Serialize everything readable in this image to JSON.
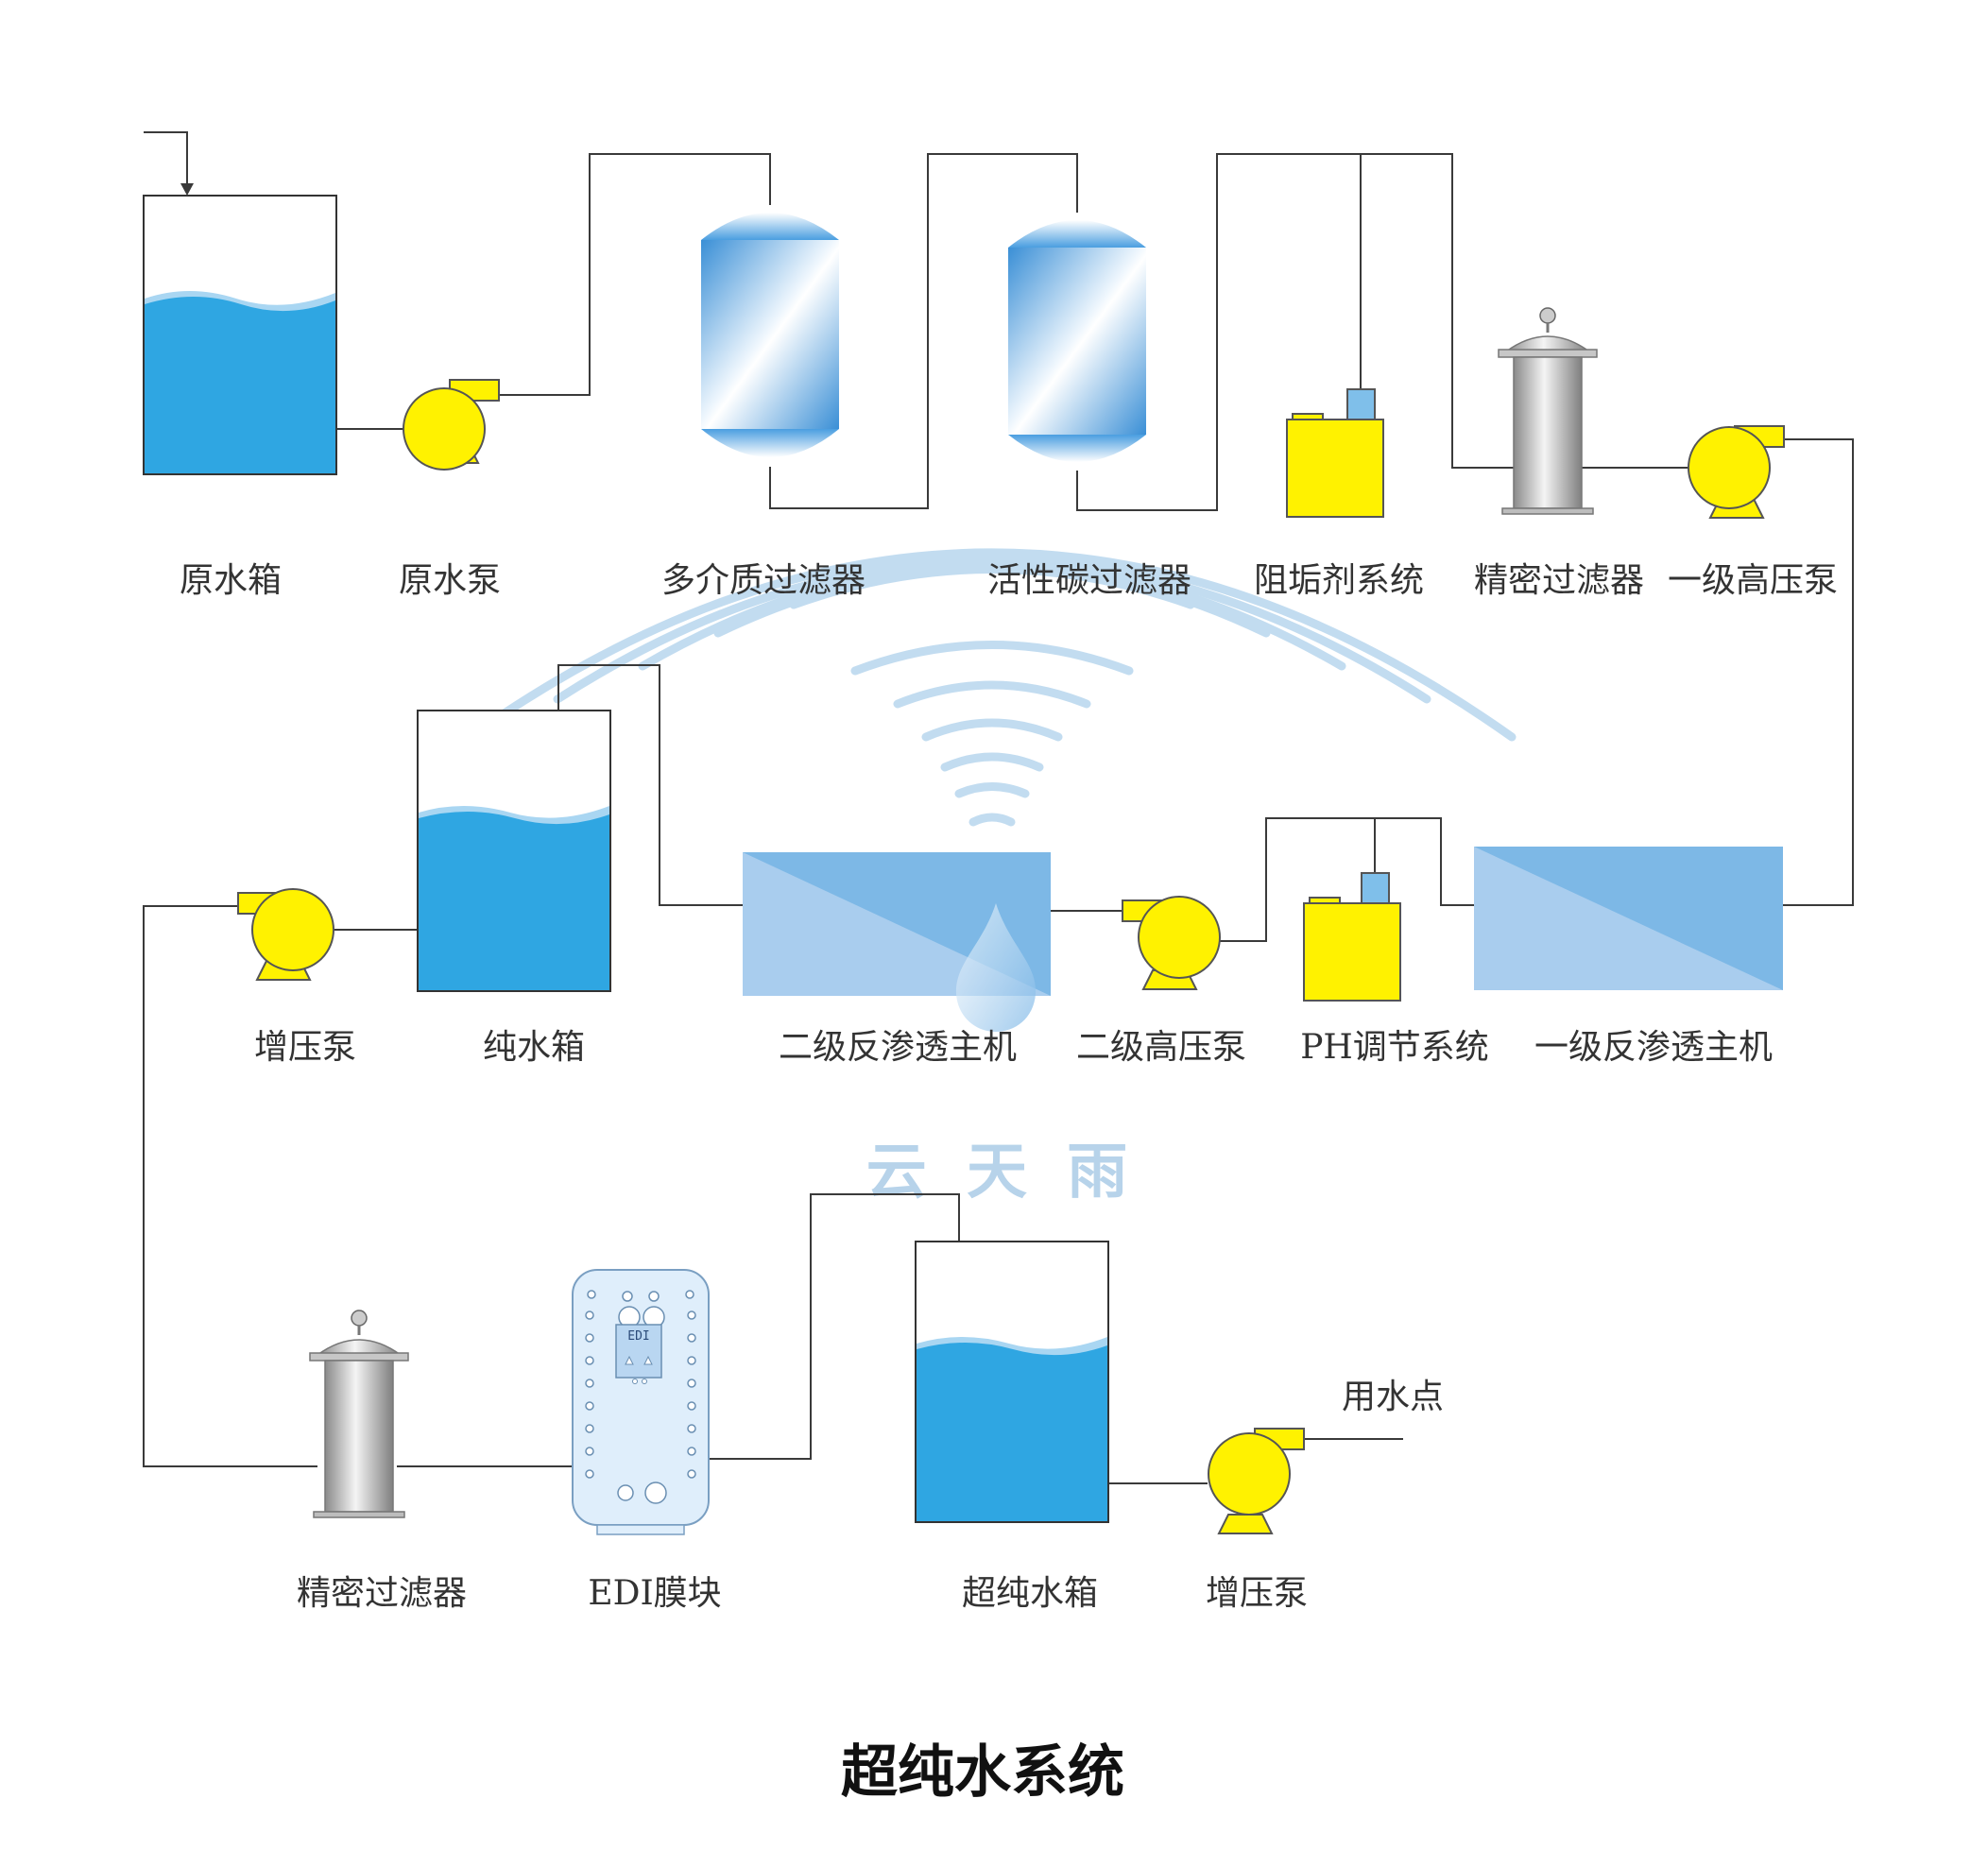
{
  "title": "超纯水系统",
  "watermark": "云 天 雨",
  "edi_panel_text": "EDI",
  "labels": {
    "raw_tank": "原水箱",
    "raw_pump": "原水泵",
    "multimedia_filter": "多介质过滤器",
    "carbon_filter": "活性碳过滤器",
    "antiscalant": "阻垢剂系统",
    "precision_filter_1": "精密过滤器",
    "hp_pump_1": "一级高压泵",
    "booster_pump_1": "增压泵",
    "pure_tank": "纯水箱",
    "ro_2": "二级反渗透主机",
    "hp_pump_2": "二级高压泵",
    "ph_system": "PH调节系统",
    "ro_1": "一级反渗透主机",
    "precision_filter_2": "精密过滤器",
    "edi_module": "EDI膜块",
    "ultra_tank": "超纯水箱",
    "booster_pump_2": "增压泵",
    "use_point": "用水点"
  },
  "colors": {
    "water": "#2fa6e2",
    "pump": "#fff200",
    "membrane": "#8ec2ea",
    "pipe": "#3a3a3a"
  }
}
